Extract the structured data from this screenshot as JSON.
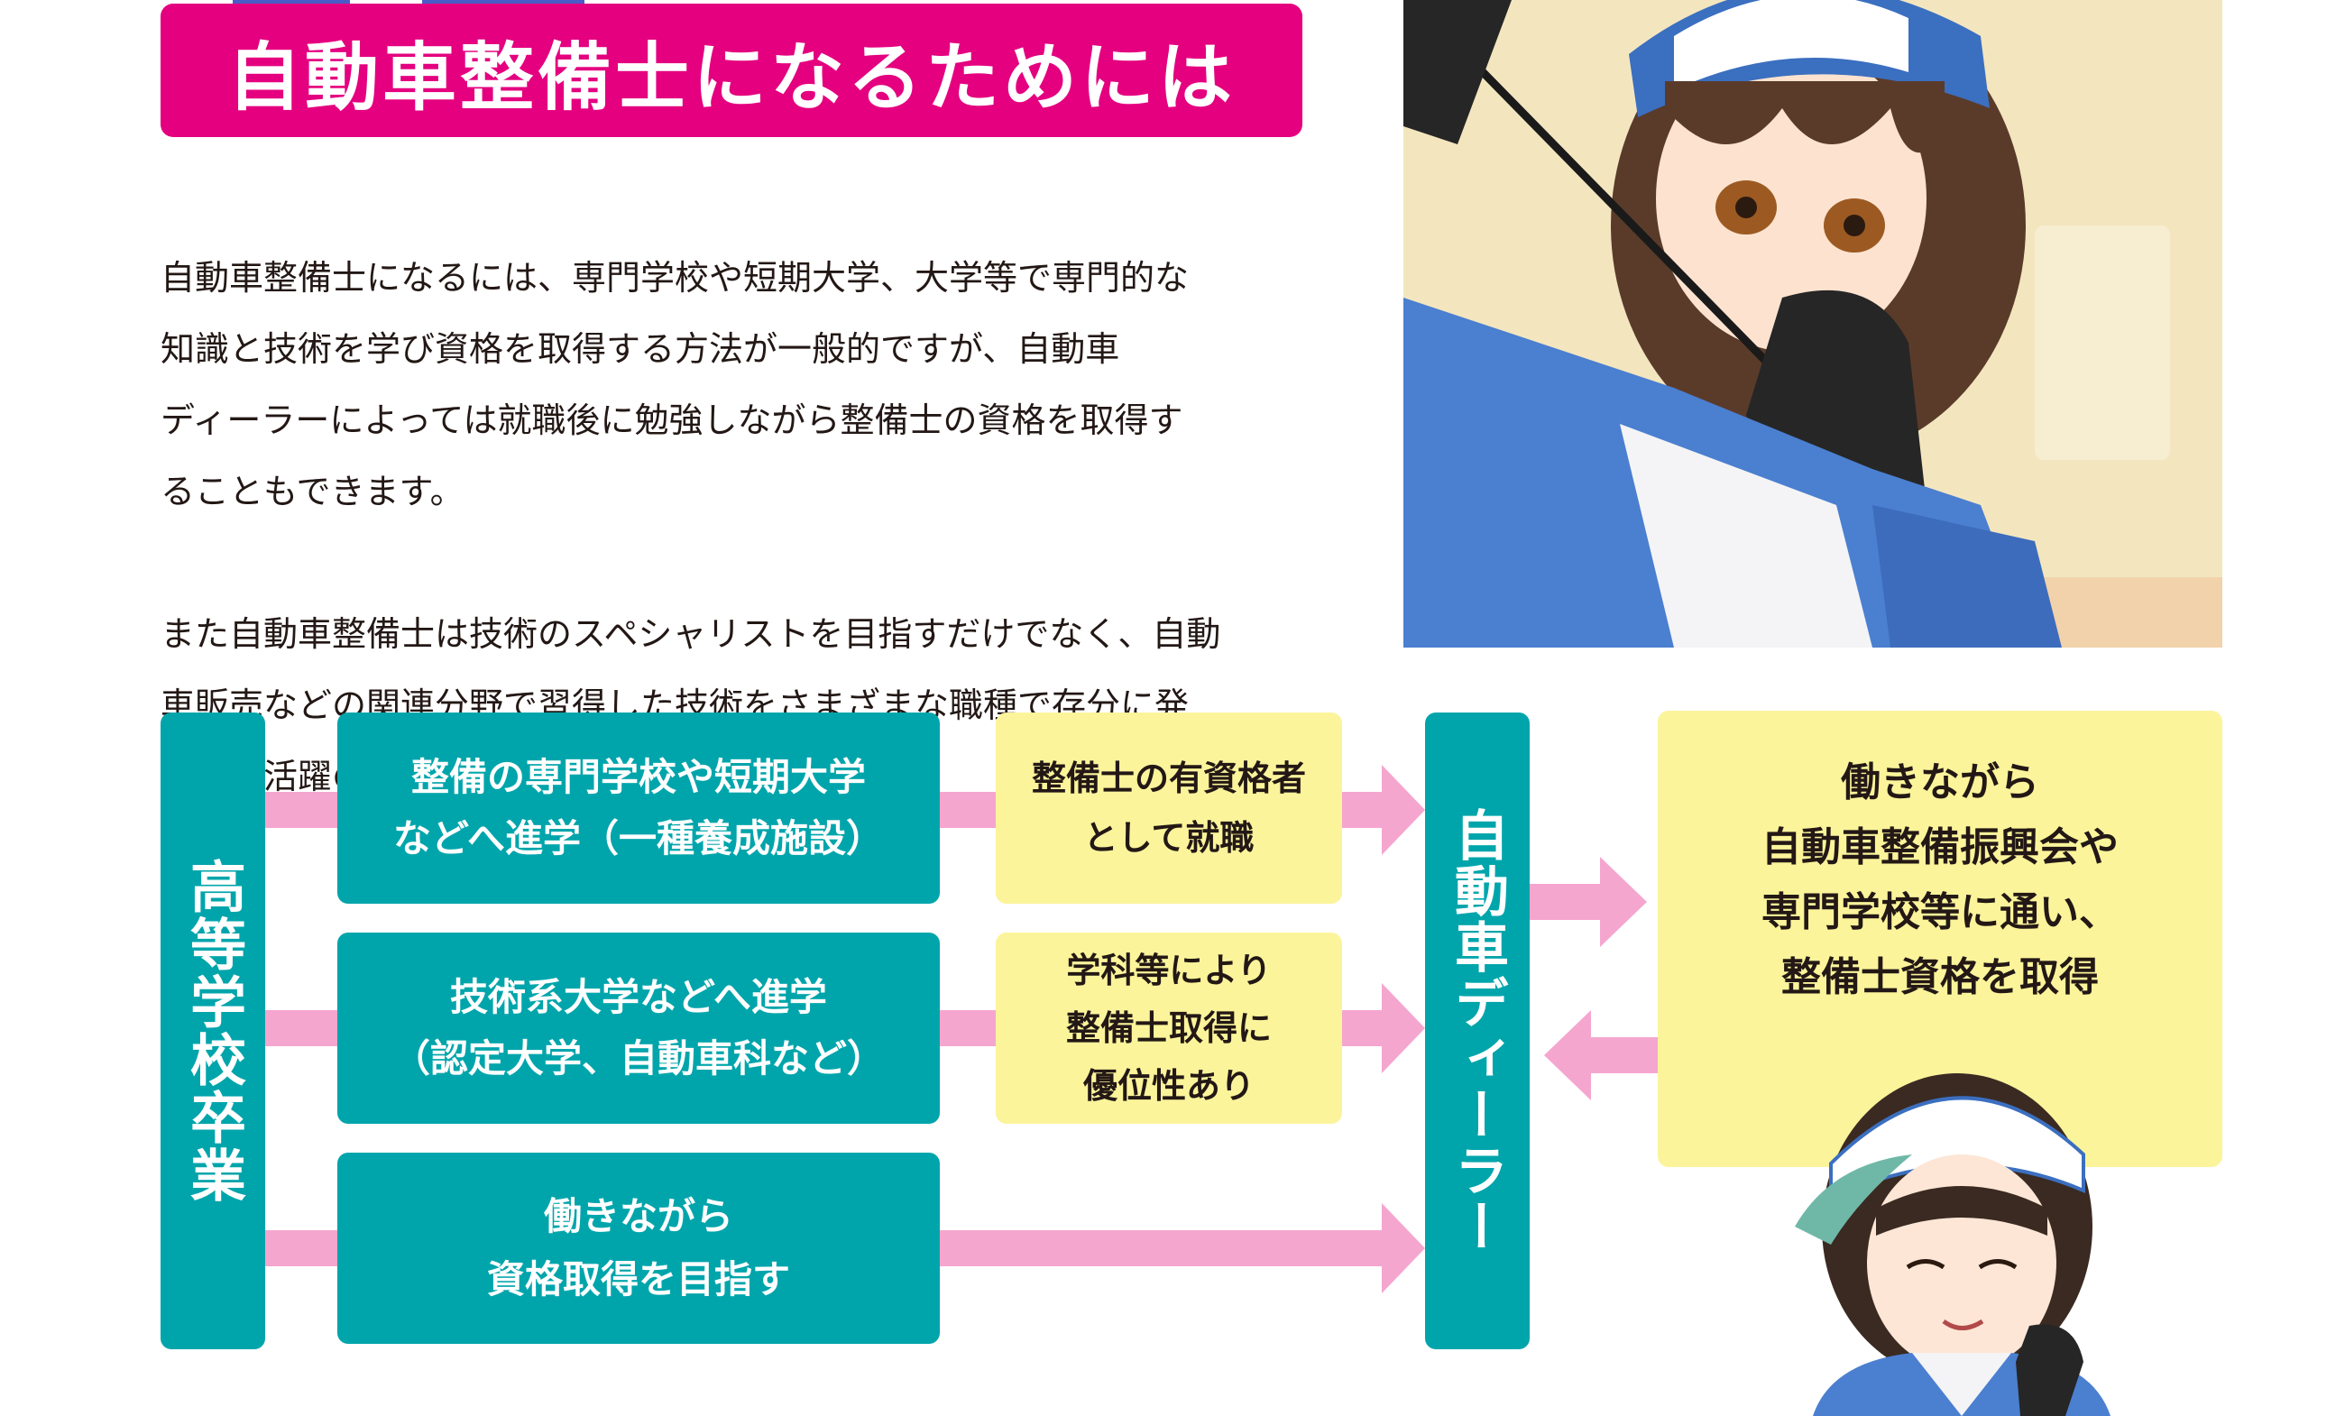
{
  "header": {
    "title": "自動車整備士になるためには"
  },
  "intro": {
    "paragraph1": "自動車整備士になるには、専門学校や短期大学、大学等で専門的な\n知識と技術を学び資格を取得する方法が一般的ですが、自動車\nディーラーによっては就職後に勉強しながら整備士の資格を取得す\nることもできます。",
    "paragraph2": "また自動車整備士は技術のスペシャリストを目指すだけでなく、自動\n車販売などの関連分野で習得した技術をさまざまな職種で存分に発\n揮し、活躍の幅を広げています。"
  },
  "flow": {
    "start": "高等学校卒業",
    "routes": [
      {
        "path": "整備の専門学校や短期大学\nなどへ進学（一種養成施設）",
        "result": "整備士の有資格者\nとして就職"
      },
      {
        "path": "技術系大学などへ進学\n（認定大学、自動車科など）",
        "result": "学科等により\n整備士取得に\n優位性あり"
      },
      {
        "path": "働きながら\n資格取得を目指す",
        "result": ""
      }
    ],
    "destination": "自動車ディーラー",
    "side_note": "働きながら\n自動車整備振興会や\n専門学校等に通い、\n整備士資格を取得"
  },
  "colors": {
    "title_bg": "#e4007f",
    "teal": "#00a5ab",
    "yellow": "#fbf49b",
    "arrow_pink": "#f5a6cf"
  },
  "icons": {
    "top_illustration": "mechanic-with-dipstick-illustration",
    "bottom_illustration": "smiling-mechanic-illustration"
  }
}
